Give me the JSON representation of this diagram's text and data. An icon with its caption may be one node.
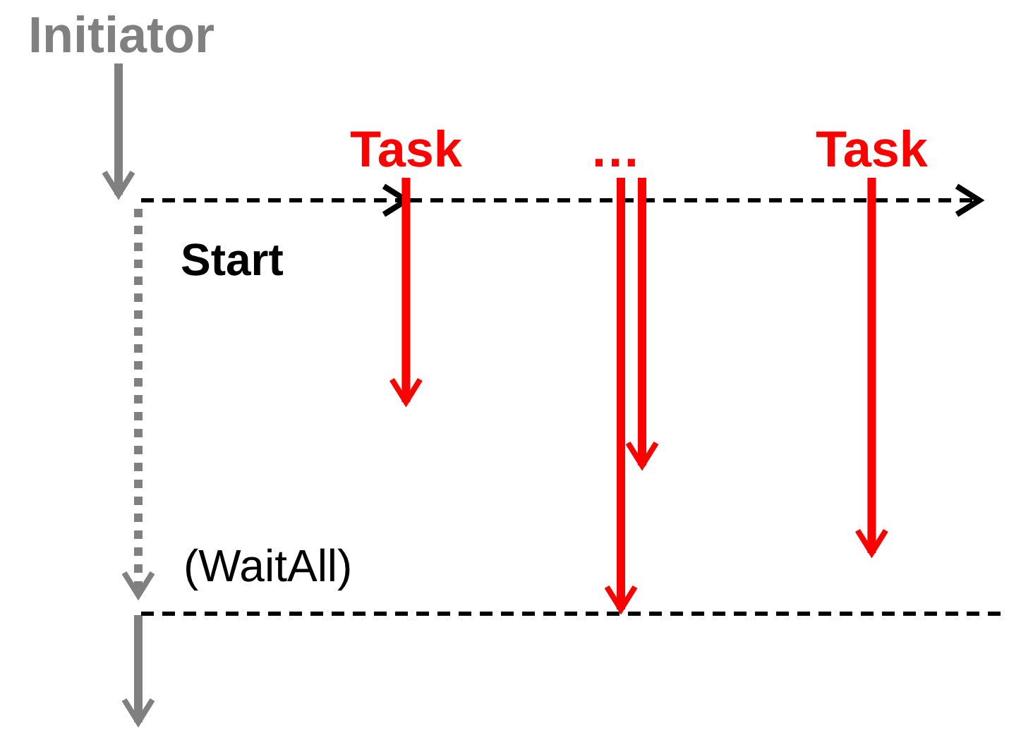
{
  "diagram": {
    "nodes": [
      {
        "text": [
          "Initiator"
        ]
      },
      {
        "text": [
          "Task"
        ]
      },
      {
        "text": [
          "…"
        ]
      },
      {
        "text": [
          "Task"
        ]
      }
    ],
    "edges": [
      {
        "from": 0,
        "to": null,
        "arrow": "to",
        "color": "#808080"
      },
      {
        "from": 1,
        "to": null,
        "arrow": "to"
      },
      {
        "from": 2,
        "to": null,
        "arrow": "to"
      },
      {
        "from": 2,
        "to": null,
        "arrow": "to"
      },
      {
        "from": 3,
        "to": null,
        "arrow": "to"
      }
    ],
    "labels": [
      "Start",
      "(WaitAll)"
    ]
  }
}
